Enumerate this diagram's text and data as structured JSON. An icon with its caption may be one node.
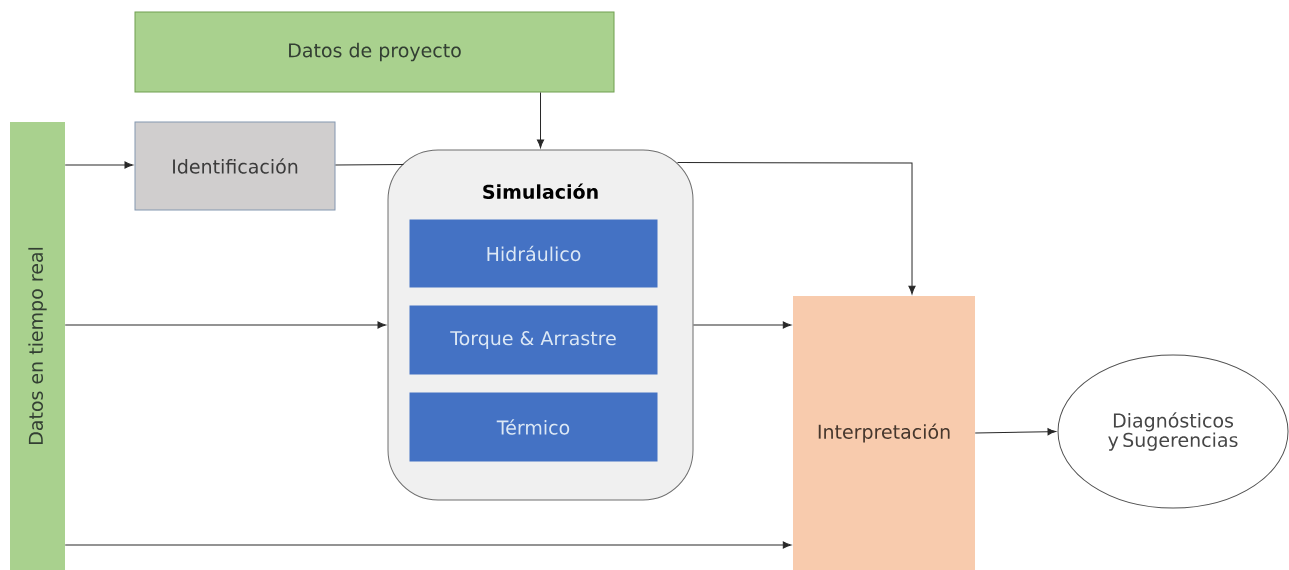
{
  "diagram": {
    "nodes": [
      {
        "text": [
          "Datos de proyecto"
        ]
      },
      {
        "text": [
          "Datos en tiempo real"
        ]
      },
      {
        "text": [
          "Identificación"
        ]
      },
      {
        "text": [
          "Simulación"
        ]
      },
      {
        "text": [
          "Hidráulico"
        ],
        "in": 3
      },
      {
        "text": [
          "Torque & Arrastre"
        ],
        "in": 3
      },
      {
        "text": [
          "Térmico"
        ],
        "in": 3
      },
      {
        "text": [
          "Interpretación"
        ]
      },
      {
        "text": [
          "Diagnósticos y Sugerencias"
        ]
      }
    ],
    "edges": [
      {
        "from": 0,
        "to": 3,
        "arrow": "to"
      },
      {
        "from": 1,
        "to": 2,
        "arrow": "to"
      },
      {
        "from": 2,
        "to": 3,
        "arrow": "none"
      },
      {
        "from": 1,
        "to": 3,
        "arrow": "to"
      },
      {
        "from": 3,
        "to": 7,
        "arrow": "to"
      },
      {
        "from": 3,
        "to": 7,
        "arrow": "to"
      },
      {
        "from": 1,
        "to": 7,
        "arrow": "to"
      },
      {
        "from": 7,
        "to": 8,
        "arrow": "to"
      }
    ]
  }
}
